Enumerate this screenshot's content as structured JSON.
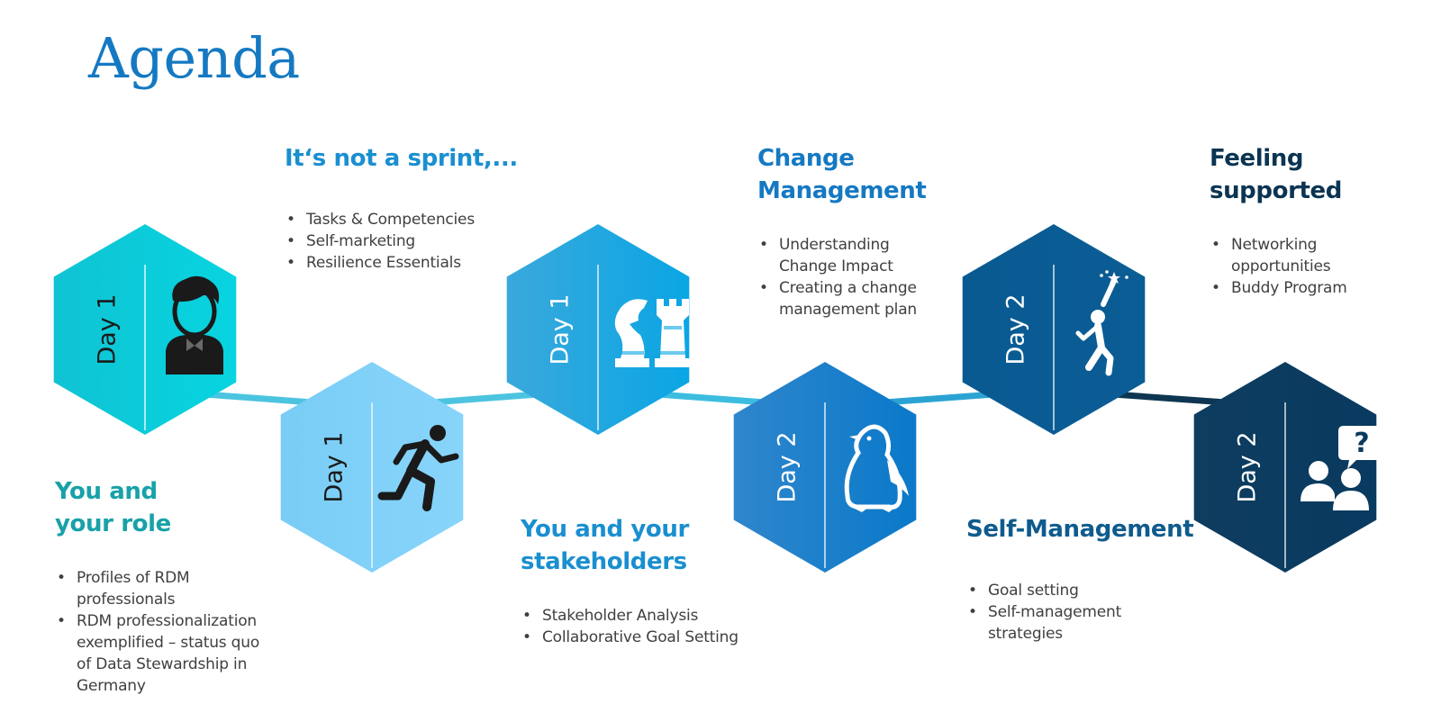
{
  "title": "Agenda",
  "colors": {
    "title": "#1579c2",
    "bullet_text": "#404040"
  },
  "connectors": [
    {
      "color": "#4cc4e0"
    },
    {
      "color": "#4cc4e0"
    },
    {
      "color": "#3cbde0"
    },
    {
      "color": "#2aa3d3"
    },
    {
      "color": "#0e3652"
    }
  ],
  "modules": [
    {
      "day": "Day 1",
      "icon": "businessman-icon",
      "fill_left": "#10c3d3",
      "fill_right": "#07d4e0",
      "day_color": "#1a1a1a",
      "icon_color": "#1a1a1a",
      "heading": "You and your role",
      "heading_lines": [
        "You and",
        "your role"
      ],
      "heading_color": "#18a1a8",
      "bullets": [
        {
          "text": "Profiles of RDM professionals",
          "lines": [
            "Profiles of RDM",
            "professionals"
          ]
        },
        {
          "text": "RDM professionalization exemplified – status quo of Data Stewardship in Germany",
          "lines": [
            "RDM professionalization",
            "exemplified – status quo",
            "of Data Stewardship in",
            "Germany"
          ]
        }
      ]
    },
    {
      "day": "Day 1",
      "icon": "running-person-icon",
      "fill_left": "#79cdf6",
      "fill_right": "#88d4fb",
      "day_color": "#1a1a1a",
      "icon_color": "#1a1a1a",
      "heading": "It‘s not a sprint,...",
      "heading_lines": [
        "It‘s not a sprint,..."
      ],
      "heading_color": "#1a8fd0",
      "bullets": [
        {
          "text": "Tasks & Competencies",
          "lines": [
            "Tasks & Competencies"
          ]
        },
        {
          "text": "Self-marketing",
          "lines": [
            "Self-marketing"
          ]
        },
        {
          "text": "Resilience Essentials",
          "lines": [
            "Resilience Essentials"
          ]
        }
      ]
    },
    {
      "day": "Day 1",
      "icon": "chess-pieces-icon",
      "fill_left": "#3aa8dc",
      "fill_right": "#0aa6e4",
      "day_color": "#ffffff",
      "icon_color": "#ffffff",
      "heading": "You and your stakeholders",
      "heading_lines": [
        "You and your",
        "stakeholders"
      ],
      "heading_color": "#1a8fd0",
      "bullets": [
        {
          "text": "Stakeholder Analysis",
          "lines": [
            "Stakeholder Analysis"
          ]
        },
        {
          "text": "Collaborative Goal Setting",
          "lines": [
            "Collaborative Goal Setting"
          ]
        }
      ]
    },
    {
      "day": "Day 2",
      "icon": "penguin-icon",
      "fill_left": "#2f86cc",
      "fill_right": "#0a79c9",
      "day_color": "#ffffff",
      "icon_color": "#ffffff",
      "heading": "Change Management",
      "heading_lines": [
        "Change",
        "Management"
      ],
      "heading_color": "#1579c2",
      "bullets": [
        {
          "text": "Understanding Change Impact",
          "lines": [
            "Understanding",
            "Change Impact"
          ]
        },
        {
          "text": "Creating a change management plan",
          "lines": [
            "Creating a change",
            "management plan"
          ]
        }
      ]
    },
    {
      "day": "Day 2",
      "icon": "reaching-star-icon",
      "fill_left": "#0a5a92",
      "fill_right": "#0b5d95",
      "day_color": "#ffffff",
      "icon_color": "#ffffff",
      "heading": "Self-Management",
      "heading_lines": [
        "Self-Management"
      ],
      "heading_color": "#0f5b8d",
      "bullets": [
        {
          "text": "Goal setting",
          "lines": [
            "Goal setting"
          ]
        },
        {
          "text": "Self-management strategies",
          "lines": [
            "Self-management",
            "strategies"
          ]
        }
      ]
    },
    {
      "day": "Day 2",
      "icon": "discussion-question-icon",
      "fill_left": "#0e3d60",
      "fill_right": "#093a5f",
      "day_color": "#ffffff",
      "icon_color": "#ffffff",
      "heading": "Feeling supported",
      "heading_lines": [
        "Feeling",
        "supported"
      ],
      "heading_color": "#0b3452",
      "bullets": [
        {
          "text": "Networking opportunities",
          "lines": [
            "Networking",
            "opportunities"
          ]
        },
        {
          "text": "Buddy Program",
          "lines": [
            "Buddy Program"
          ]
        }
      ]
    }
  ]
}
